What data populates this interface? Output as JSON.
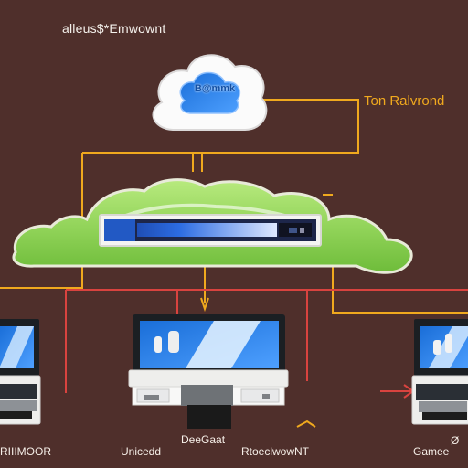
{
  "header": {
    "title": "alleus$*Emwownt"
  },
  "labels": {
    "top_right": "Ton Ralvrond",
    "cloud_top": "B@mmk",
    "bottom_left": "RIIIMOOR",
    "bottom_center_left": "Unicedd",
    "bottom_center": "DeeGaat",
    "bottom_center_right": "RtoeclwowNT",
    "bottom_right": "Gamee",
    "bottom_right_top": "Ø"
  },
  "colors": {
    "background": "#4f2f2b",
    "orange": "#f0a91e",
    "red": "#d9433f",
    "green": "#8fcf55",
    "screen_blue": "#2f7ee3",
    "cloud_white": "#f8f8f8"
  },
  "icons": {
    "top_cloud": "cloud-service-icon",
    "main_cloud": "network-cloud-icon",
    "server": "server-unit-icon",
    "workstation": "workstation-icon"
  }
}
